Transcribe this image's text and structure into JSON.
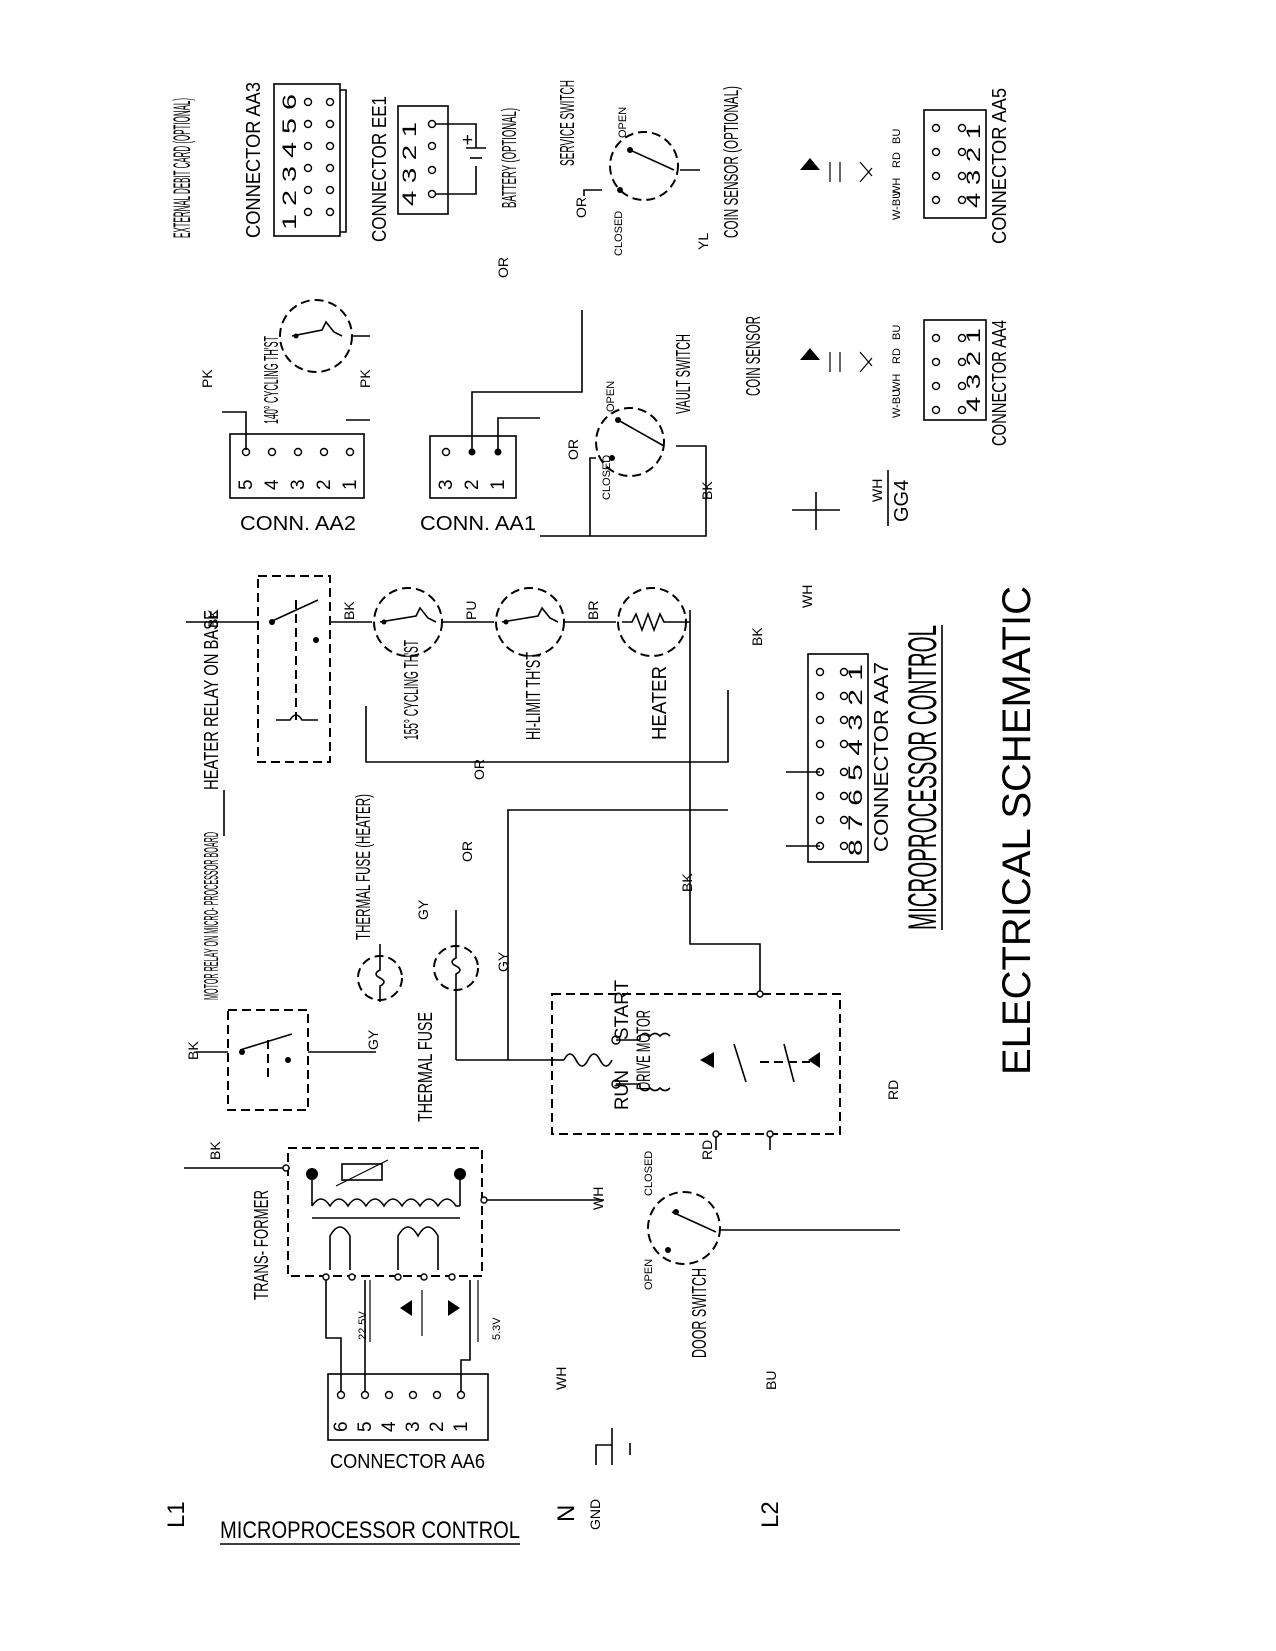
{
  "diagram": {
    "title": "ELECTRICAL SCHEMATIC",
    "subtitle": "MICROPROCESSOR CONTROL",
    "left_title": "MICROPROCESSOR CONTROL",
    "lines": {
      "l1": "L1",
      "n": "N",
      "gnd": "GND",
      "l2": "L2"
    },
    "labels": {
      "transformer": "TRANS- FORMER",
      "conn_aa6": "CONNECTOR AA6",
      "v225": "22.5V",
      "v53": "5.3V",
      "motor_relay": "MOTOR RELAY ON MICRO- PROCESSOR BOARD",
      "thermal_fuse": "THERMAL FUSE",
      "thermal_fuse_heater": "THERMAL FUSE (HEATER)",
      "heater_relay": "HEATER RELAY ON BASE",
      "cyc155": "155° CYCLING TH'ST",
      "hilimit": "HI-LIMIT TH'ST",
      "heater": "HEATER",
      "conn_aa7": "CONNECTOR AA7",
      "aa7_pins": "8 7 6 5 4 3 2 1",
      "door_switch": "DOOR SWITCH",
      "open": "OPEN",
      "closed": "CLOSED",
      "motor_start": "START",
      "motor_drive": "DRIVE MOTOR",
      "motor_run": "RUN",
      "conn_aa2": "CONN. AA2",
      "aa2_pins": [
        "5",
        "4",
        "3",
        "2",
        "1"
      ],
      "conn_aa1": "CONN. AA1",
      "aa1_pins": [
        "3",
        "2",
        "1"
      ],
      "cyc140": "140° CYCLING TH'ST",
      "vault_switch": "VAULT SWITCH",
      "coin_sensor": "COIN SENSOR",
      "coin_sensor_opt": "COIN SENSOR (OPTIONAL)",
      "conn_aa4": "CONNECTOR AA4",
      "conn_aa5": "CONNECTOR AA5",
      "sensor_pins": "4 3 2 1",
      "sensor_wires": [
        "W-BU",
        "WH",
        "RD",
        "BU"
      ],
      "gg4": "GG4",
      "ext_debit": "EXTERNAL DEBIT CARD (OPTIONAL)",
      "conn_aa3": "CONNECTOR AA3",
      "aa3_pins": "1 2 3 4 5 6",
      "conn_ee1": "CONNECTOR EE1",
      "ee1_pins": "4 3 2 1",
      "battery": "BATTERY (OPTIONAL)",
      "service_switch": "SERVICE SWITCH"
    },
    "wires": {
      "bk": "BK",
      "wh": "WH",
      "bu": "BU",
      "gy": "GY",
      "or": "OR",
      "pu": "PU",
      "br": "BR",
      "rd": "RD",
      "pk": "PK",
      "yl": "YL"
    }
  }
}
